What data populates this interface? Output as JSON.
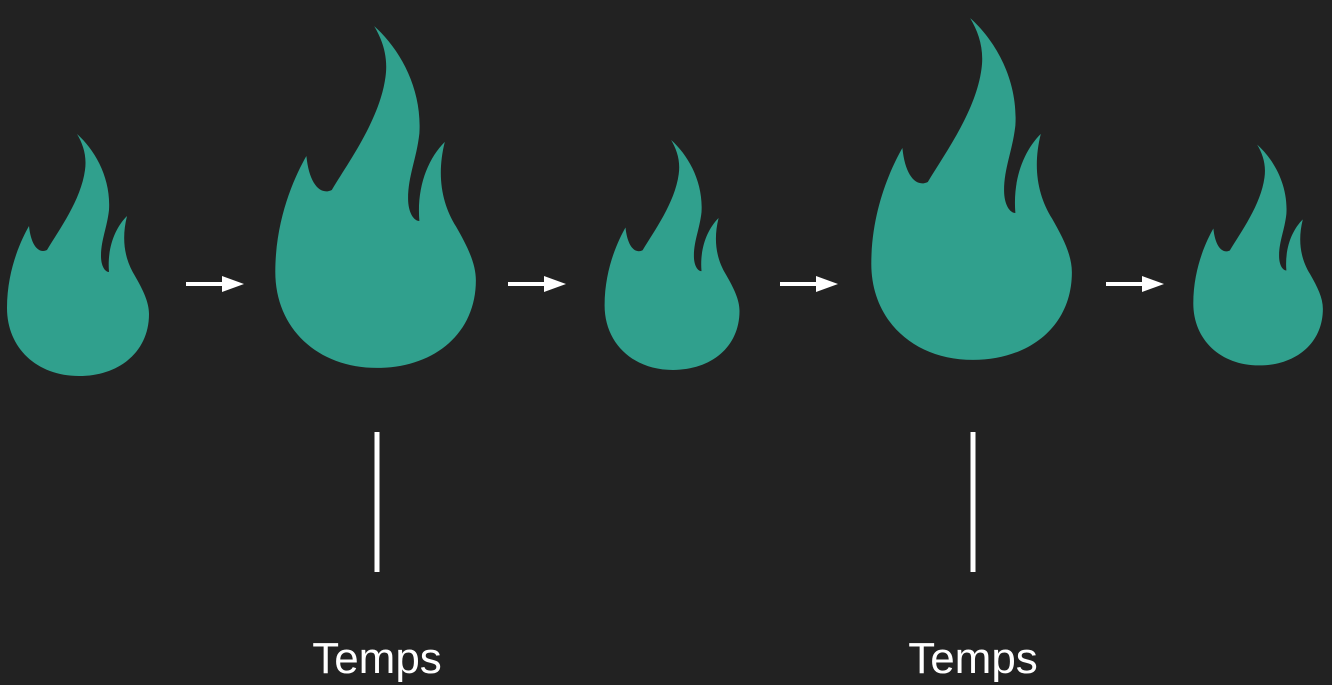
{
  "colors": {
    "background": "#222222",
    "flame": "#30a08d",
    "line": "#ffffff",
    "text": "#ffffff"
  },
  "diagram": {
    "flames": [
      {
        "name": "flame-small-1",
        "size": "small",
        "icon": "flame-icon"
      },
      {
        "name": "flame-large-1",
        "size": "large",
        "icon": "flame-icon"
      },
      {
        "name": "flame-small-2",
        "size": "small",
        "icon": "flame-icon"
      },
      {
        "name": "flame-large-2",
        "size": "large",
        "icon": "flame-icon"
      },
      {
        "name": "flame-small-3",
        "size": "small",
        "icon": "flame-icon"
      }
    ],
    "arrows": [
      "arrow-right-icon",
      "arrow-right-icon",
      "arrow-right-icon",
      "arrow-right-icon"
    ],
    "labels": [
      "Temps",
      "Temps"
    ]
  }
}
